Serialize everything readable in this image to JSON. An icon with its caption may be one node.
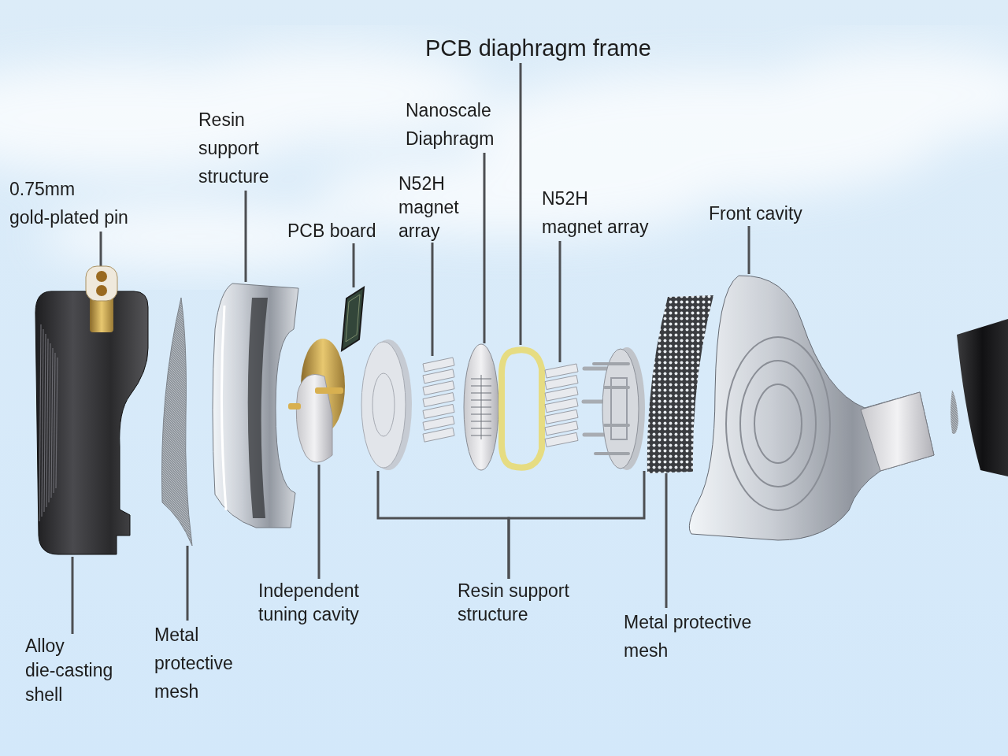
{
  "diagram": {
    "nodes": [
      {
        "text": [
          "PCB diaphragm frame"
        ]
      },
      {
        "text": [
          "Resin support structure"
        ]
      },
      {
        "text": [
          "Nanoscale Diaphragm"
        ]
      },
      {
        "text": [
          "0.75mm gold-plated pin"
        ]
      },
      {
        "text": [
          "N52H magnet array"
        ]
      },
      {
        "text": [
          "N52H magnet array"
        ]
      },
      {
        "text": [
          "Front cavity"
        ]
      },
      {
        "text": [
          "PCB board"
        ]
      },
      {
        "text": [],
        "shape": "picture"
      },
      {
        "text": [],
        "shape": "picture"
      },
      {
        "text": [],
        "shape": "picture"
      },
      {
        "text": [],
        "shape": "picture"
      },
      {
        "text": [],
        "shape": "picture"
      },
      {
        "text": [],
        "shape": "picture"
      },
      {
        "text": [],
        "shape": "picture"
      },
      {
        "text": [],
        "shape": "picture"
      },
      {
        "text": [],
        "shape": "picture"
      },
      {
        "text": [],
        "shape": "picture"
      },
      {
        "text": [],
        "shape": "picture"
      },
      {
        "text": [],
        "shape": "picture"
      },
      {
        "text": [],
        "shape": "picture"
      },
      {
        "text": [],
        "shape": "picture"
      },
      {
        "text": [
          "Independent tuning cavity"
        ]
      },
      {
        "text": [
          "Resin support structure"
        ]
      },
      {
        "text": [
          "Metal protective mesh"
        ]
      },
      {
        "text": [
          "Metal protective mesh"
        ]
      },
      {
        "text": [
          "Alloy die-casting shell"
        ]
      }
    ],
    "edges": [
      {
        "from": 3,
        "to": 8,
        "arrow": "none"
      },
      {
        "from": 1,
        "to": 11,
        "arrow": "none"
      },
      {
        "from": 7,
        "to": 12,
        "arrow": "none"
      },
      {
        "from": 4,
        "to": 15,
        "arrow": "none"
      },
      {
        "from": 2,
        "to": 16,
        "arrow": "none"
      },
      {
        "from": 0,
        "to": 17,
        "arrow": "none"
      },
      {
        "from": 5,
        "to": 18,
        "arrow": "none"
      },
      {
        "from": 6,
        "to": 21,
        "arrow": "none"
      },
      {
        "from": 26,
        "to": 9,
        "arrow": "none"
      },
      {
        "from": 25,
        "to": 10,
        "arrow": "none"
      },
      {
        "from": 22,
        "to": 13,
        "arrow": "none"
      },
      {
        "from": 23,
        "to": 14,
        "arrow": "none"
      },
      {
        "from": 23,
        "to": 19,
        "arrow": "none"
      },
      {
        "from": 24,
        "to": 20,
        "arrow": "none"
      }
    ]
  }
}
